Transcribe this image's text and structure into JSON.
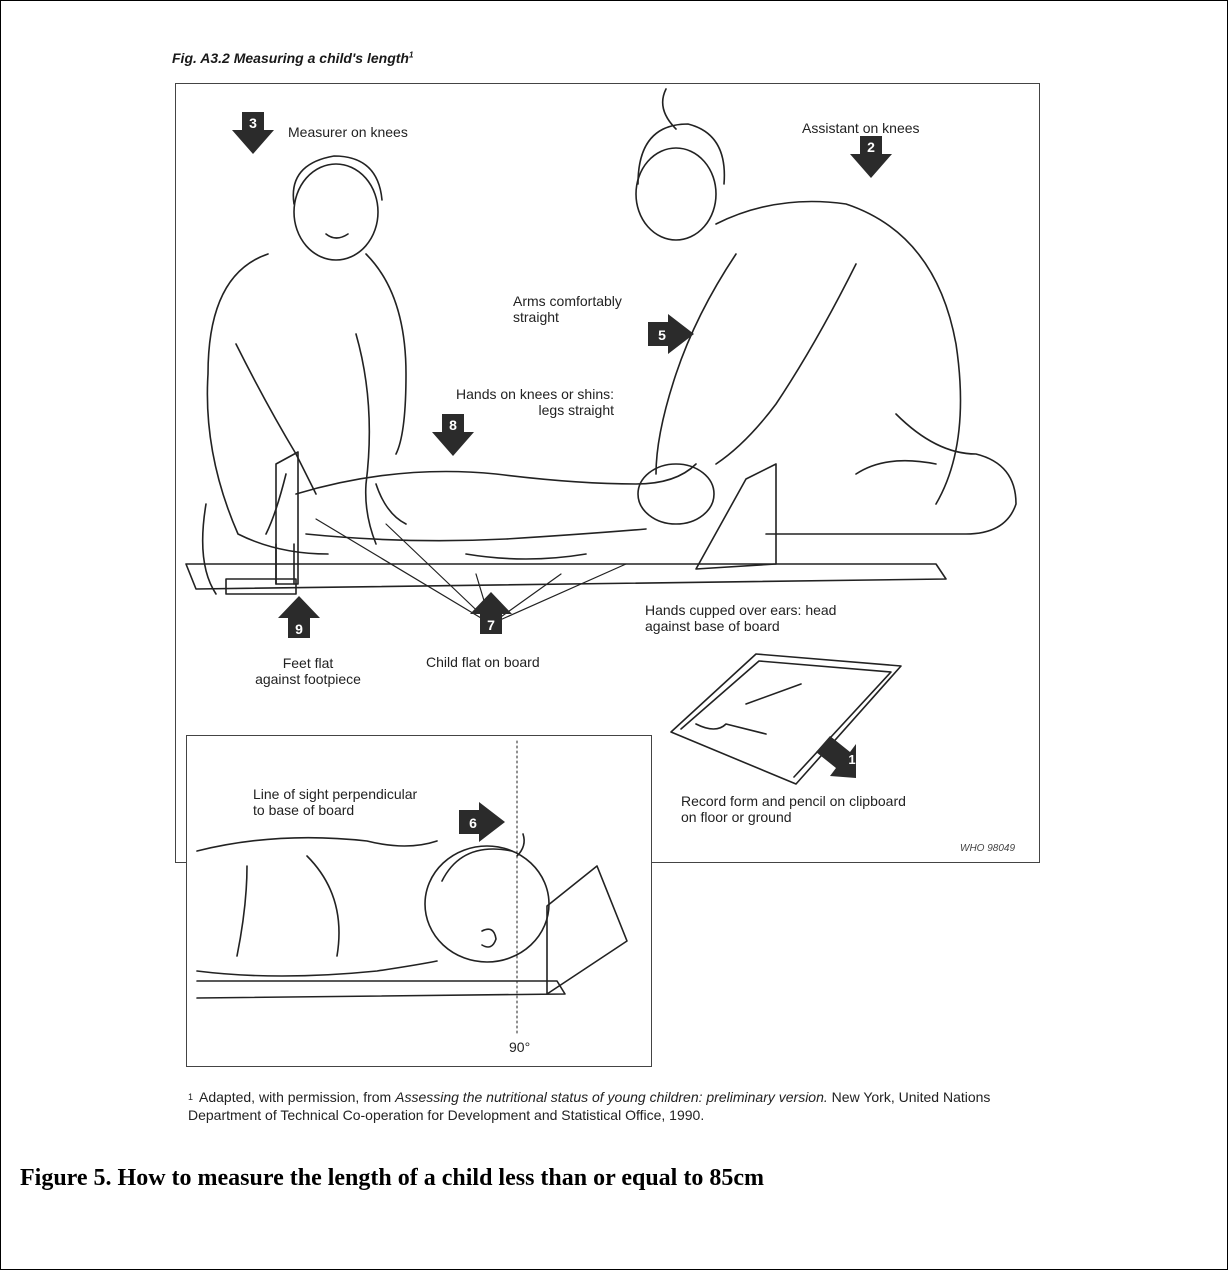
{
  "figure": {
    "heading_prefix": "Fig. A3.2",
    "heading_text": "Measuring a child's length",
    "heading_sup": "1",
    "reference_code": "WHO 98049"
  },
  "labels": {
    "measurer": "Measurer on knees",
    "assistant": "Assistant on knees",
    "arms": "Arms comfortably\nstraight",
    "hands_knees": "Hands on knees or shins:\nlegs straight",
    "hands_ears": "Hands cupped over ears: head\nagainst base of board",
    "feet": "Feet flat\nagainst footpiece",
    "child_flat": "Child flat on board",
    "record": "Record form and pencil on clipboard\non floor or ground",
    "line_of_sight": "Line of sight perpendicular\nto base of board",
    "angle": "90°"
  },
  "steps": [
    "1",
    "2",
    "3",
    "5",
    "6",
    "7",
    "8",
    "9"
  ],
  "footnote": {
    "mark": "1",
    "before": "Adapted, with permission, from ",
    "italic": "Assessing the nutritional status of young children: preliminary version.",
    "after": " New York, United Nations Department of Technical Co-operation for Development and Statistical Office, 1990."
  },
  "caption": "Figure 5. How to measure the length of a child less than or equal to 85cm"
}
